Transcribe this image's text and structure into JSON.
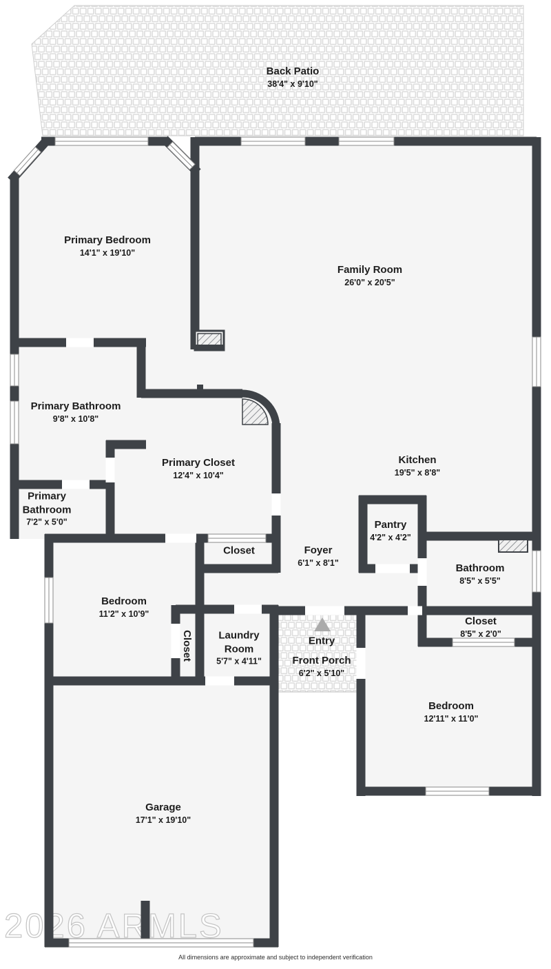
{
  "rooms": {
    "back_patio": {
      "name": "Back Patio",
      "dims": "38'4\" x 9'10\""
    },
    "primary_bedroom": {
      "name": "Primary Bedroom",
      "dims": "14'1\" x 19'10\""
    },
    "family_room": {
      "name": "Family Room",
      "dims": "26'0\" x 20'5\""
    },
    "primary_bathroom": {
      "name": "Primary Bathroom",
      "dims": "9'8\" x 10'8\""
    },
    "primary_closet": {
      "name": "Primary Closet",
      "dims": "12'4\" x 10'4\""
    },
    "kitchen": {
      "name": "Kitchen",
      "dims": "19'5\" x 8'8\""
    },
    "primary_bathroom_2": {
      "line1": "Primary",
      "line2": "Bathroom",
      "dims": "7'2\" x 5'0\""
    },
    "closet_hall": {
      "name": "Closet"
    },
    "foyer": {
      "name": "Foyer",
      "dims": "6'1\" x 8'1\""
    },
    "pantry": {
      "name": "Pantry",
      "dims": "4'2\" x 4'2\""
    },
    "bathroom": {
      "name": "Bathroom",
      "dims": "8'5\" x 5'5\""
    },
    "bedroom_2": {
      "name": "Bedroom",
      "dims": "11'2\" x 10'9\""
    },
    "closet_2": {
      "name": "Closet",
      "dims": "8'5\" x 2'0\""
    },
    "closet_vertical": {
      "name": "Closet"
    },
    "laundry": {
      "line1": "Laundry",
      "line2": "Room",
      "dims": "5'7\" x 4'11\""
    },
    "entry": {
      "name": "Entry"
    },
    "front_porch": {
      "name": "Front Porch",
      "dims": "6'2\" x 5'10\""
    },
    "bedroom_3": {
      "name": "Bedroom",
      "dims": "12'11\" x 11'0\""
    },
    "garage": {
      "name": "Garage",
      "dims": "17'1\" x 19'10\""
    }
  },
  "watermark": "2026 ARMLS",
  "disclaimer": "All dimensions are approximate and subject to independent verification",
  "colors": {
    "wall": "#3e4247",
    "room_fill": "#f5f5f5",
    "tile_line": "#dcdcdc",
    "label_text": "#1d1d1d",
    "watermark": "#c4c4c4",
    "entry_arrow": "#ababab"
  }
}
